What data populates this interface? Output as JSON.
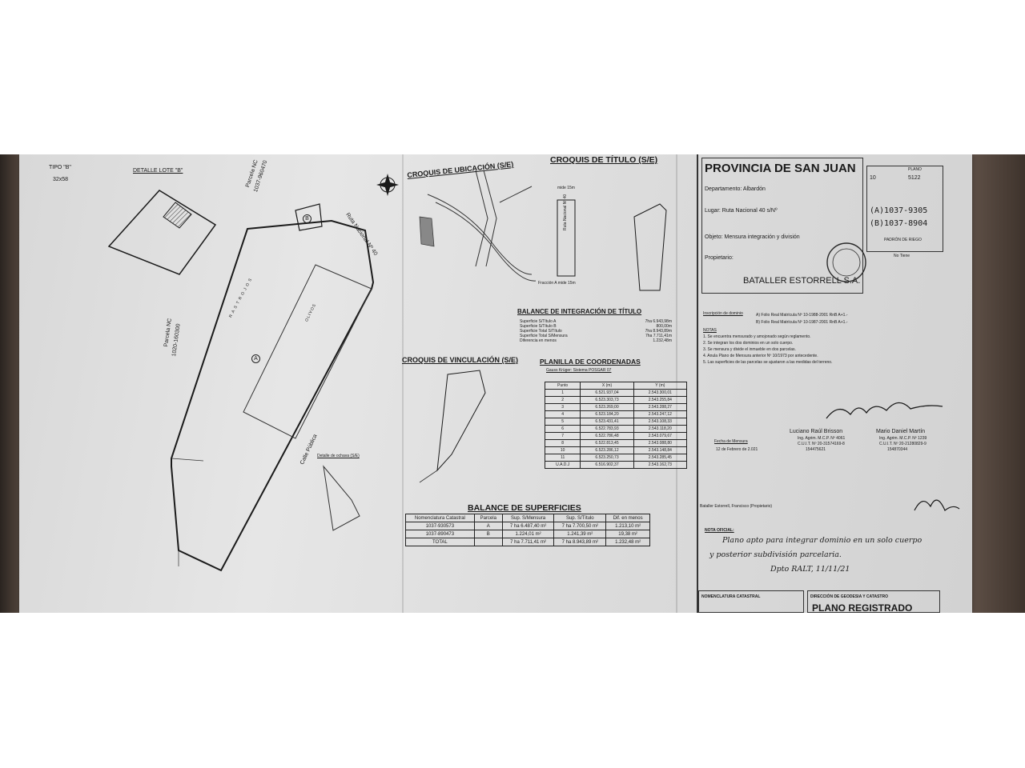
{
  "plan_left": {
    "tipo": "TIPO \"B\"",
    "size": "32x58",
    "detalle_lote": "DETALLE LOTE \"B\"",
    "parcela_top": "Parcela NC",
    "parcela_top_nc": "1037-960470",
    "parcela_side": "Parcela NC",
    "parcela_side_nc": "1020-160300",
    "ruta": "Ruta Nacional Nº 40",
    "calle": "Calle Pública",
    "rastrojos": "RASTROJOS",
    "olivos": "OLIVOS",
    "parcel_mark_a": "A",
    "parcel_mark_b": "B",
    "detalle_ochava": "Detalle de ochava (S/E)"
  },
  "croquis": {
    "ubicacion": "CROQUIS DE UBICACIÓN (S/E)",
    "titulo": "CROQUIS DE TÍTULO (S/E)",
    "vinculacion": "CROQUIS DE VINCULACIÓN (S/E)",
    "ruta_titulo": "Ruta Nacional Nº 40",
    "mide": "mide 15m",
    "fraccion": "Fracción A mide 15m"
  },
  "balance_integracion": {
    "title": "BALANCE DE INTEGRACIÓN DE TÍTULO",
    "rows": [
      {
        "label": "Superficie S/Título A",
        "value": "7ha 6.943,98m"
      },
      {
        "label": "Superficie S/Título B",
        "value": "800,00m"
      },
      {
        "label": "Superficie Total S/Título",
        "value": "7ha 8.943,89m"
      },
      {
        "label": "Superficie Total S/Mensura",
        "value": "7ha 7.711,41m"
      },
      {
        "label": "Diferencia en menos",
        "value": "1.232,48m"
      }
    ]
  },
  "planilla": {
    "title": "PLANILLA DE COORDENADAS",
    "subtitle": "Gauss Krüger: Sistema POSGAR 07",
    "headers": [
      "Punto",
      "X (m)",
      "Y (m)"
    ],
    "rows": [
      [
        "1",
        "6.521.937,04",
        "2.543.300,01"
      ],
      [
        "2",
        "6.523.303,73",
        "2.543.255,84"
      ],
      [
        "3",
        "6.523.269,00",
        "2.543.288,27"
      ],
      [
        "4",
        "6.523.184,20",
        "2.543.247,12"
      ],
      [
        "5",
        "6.523.431,41",
        "2.543.108,33"
      ],
      [
        "6",
        "6.522.783,93",
        "2.543.118,20"
      ],
      [
        "7",
        "6.522.786,48",
        "2.543.079,67"
      ],
      [
        "8",
        "6.522.813,45",
        "2.543.088,80"
      ],
      [
        "10",
        "6.523.286,12",
        "2.543.148,84"
      ],
      [
        "11",
        "6.523.250,73",
        "2.543.285,45"
      ],
      [
        "U.A.D.J",
        "6.516.902,37",
        "2.543.162,73"
      ]
    ]
  },
  "balance_superficies": {
    "title": "BALANCE DE SUPERFICIES",
    "headers": [
      "Nomenclatura Catastral",
      "Parcela",
      "Sup. S/Mensura",
      "Sup. S/Título",
      "Dif. en menos"
    ],
    "rows": [
      [
        "1037-930573",
        "A",
        "7 ha 6.487,40 m²",
        "7 ha 7.700,50 m²",
        "1.213,10 m²"
      ],
      [
        "1037-890473",
        "B",
        "1.224,01 m²",
        "1.241,39 m²",
        "19,38 m²"
      ],
      [
        "TOTAL",
        "",
        "7 ha 7.711,41 m²",
        "7 ha 8.943,89 m²",
        "1.232,48 m²"
      ]
    ]
  },
  "cajetin": {
    "provincia": "PROVINCIA DE SAN JUAN",
    "plano_label": "PLANO",
    "plano_num": "10",
    "plano_year": "5122",
    "departamento": "Departamento: Albardón",
    "lugar": "Lugar: Ruta Nacional 40 s/Nº",
    "objeto": "Objeto: Mensura integración y división",
    "propietario": "Propietario:",
    "owner": "BATALLER ESTORRELL S.A.",
    "nc_a": "(A)1037-9305",
    "nc_b": "(B)1037-8904",
    "padron": "PADRÓN DE RIEGO",
    "no_tiene": "No Tiene",
    "inscripcion": "Inscripción de dominio",
    "inscr_a": "A) Folio Real Matrícula Nº 10-1988-2001 RnB A+1.-",
    "inscr_b": "B) Folio Real Matrícula Nº 10-1987-2001 RnB A+1.-",
    "notas": "NOTAS",
    "nota1": "1. Se encuentra mensurado y amojonado según reglamento.",
    "nota2": "2. Se integran los dos dominios en un solo cuerpo.",
    "nota3": "3. Se mensura y divide el inmueble en dos parcelas.",
    "nota4": "4. Anula Plano de Mensura anterior Nº 10/1973 por antecedente.",
    "nota5": "5. Las superficies de las parcelas se ajustaron a las medidas del terreno.",
    "fecha_label": "Fecha de Mensura",
    "fecha": "12 de Febrero de 2.021",
    "prof1": "Luciano Raúl Brisson",
    "prof1_title": "Ing. Agrim. M.C.P. Nº 4061",
    "prof1_cuit": "C.U.I.T. Nº 20-31574169-8",
    "prof2": "Mario Daniel Martín",
    "prof2_title": "Ing. Agrim. M.C.P. Nº 1239",
    "prof2_cuit": "C.U.I.T. Nº 20-21280829-9",
    "prof1_phone": "154475621",
    "prof2_phone": "154870344",
    "firma_owner": "Bataller Estorrell, Francisco (Propietario)",
    "nota_oficial": "NOTA OFICIAL:",
    "nota_hand_1": "Plano apto para integrar dominio en un solo cuerpo",
    "nota_hand_2": "y posterior subdivisión parcelaria.",
    "nota_hand_3": "Dpto RALT, 11/11/21",
    "nomenclatura": "NOMENCLATURA CATASTRAL",
    "direccion": "DIRECCIÓN DE GEODESIA Y CATASTRO",
    "registrado": "PLANO REGISTRADO"
  },
  "colors": {
    "paper": "#dcdcdc",
    "ink": "#1a1a1a",
    "wood": "#4a3e36"
  }
}
